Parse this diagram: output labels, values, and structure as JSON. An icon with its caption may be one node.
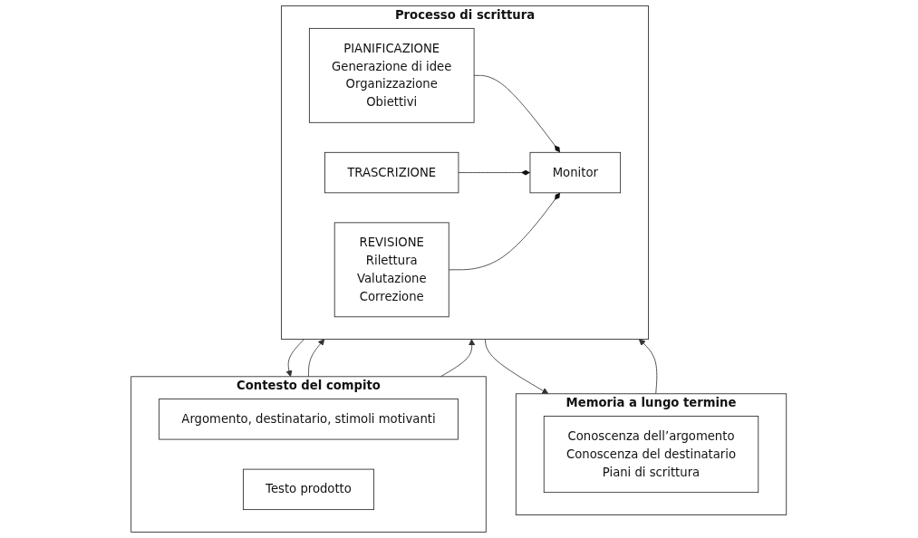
{
  "diagram": {
    "nodes": [
      {
        "text": [
          "Contesto del compito"
        ]
      },
      {
        "text": [
          "Argomento, destinatario, stimoli motivanti"
        ],
        "in": 0
      },
      {
        "text": [
          "Testo prodotto"
        ],
        "in": 0
      },
      {
        "text": [
          "Memoria a lungo termine"
        ]
      },
      {
        "text": [
          "Conoscenza dell’argomento",
          "Conoscenza del destinatario",
          "Piani di scrittura"
        ],
        "in": 3
      },
      {
        "text": [
          "Processo di scrittura"
        ]
      },
      {
        "text": [
          "PIANIFICAZIONE",
          "Generazione di idee",
          "Organizzazione",
          "Obiettivi"
        ],
        "in": 5
      },
      {
        "text": [
          "TRASCRIZIONE"
        ],
        "in": 5
      },
      {
        "text": [
          "REVISIONE",
          "Rilettura",
          "Valutazione",
          "Correzione"
        ],
        "in": 5
      },
      {
        "text": [
          "Monitor"
        ],
        "in": 5
      }
    ],
    "edges": [
      {
        "from": 0,
        "to": 5,
        "arrow": "to"
      },
      {
        "from": 5,
        "to": 0,
        "arrow": "to"
      },
      {
        "from": 0,
        "to": 5,
        "arrow": "to"
      },
      {
        "from": 3,
        "to": 5,
        "arrow": "to"
      },
      {
        "from": 5,
        "to": 3,
        "arrow": "to"
      },
      {
        "from": 6,
        "to": 9,
        "arrow": "other"
      },
      {
        "from": 7,
        "to": 9,
        "arrow": "other"
      },
      {
        "from": 8,
        "to": 9,
        "arrow": "other"
      }
    ]
  }
}
